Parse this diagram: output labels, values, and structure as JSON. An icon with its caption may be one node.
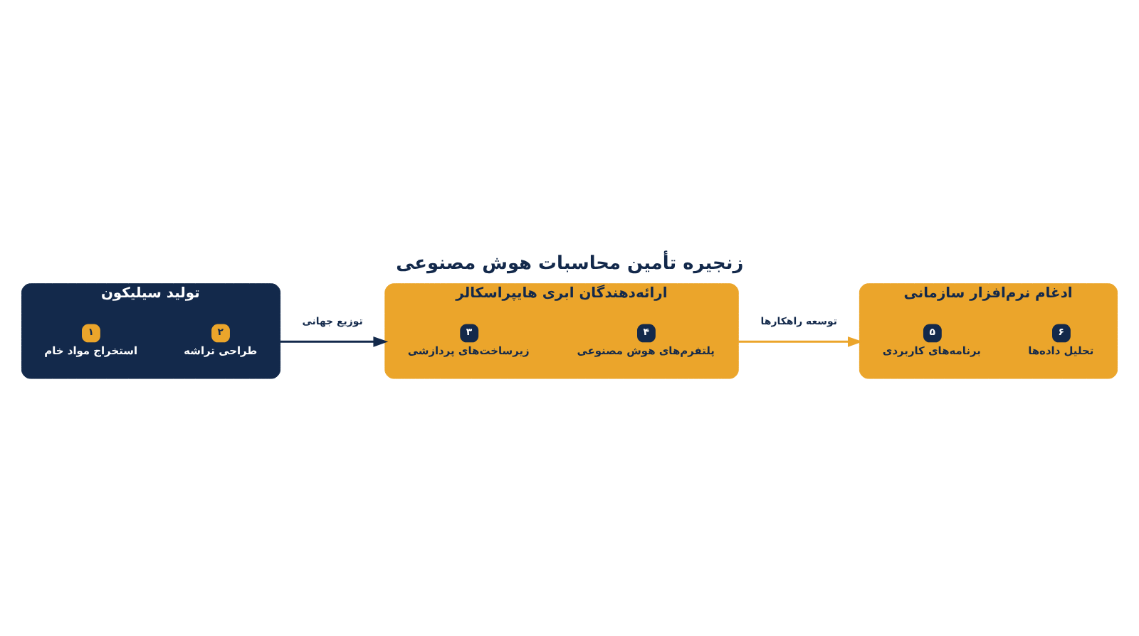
{
  "diagram": {
    "title": "زنجیره تأمین محاسبات هوش مصنوعی",
    "nodes": [
      {
        "text": [
          "تولید سیلیکون"
        ]
      },
      {
        "text": [
          "۱",
          "استخراج مواد خام"
        ],
        "in": 0
      },
      {
        "text": [
          "۲",
          "طراحی تراشه"
        ],
        "in": 0
      },
      {
        "text": [
          "ارائه‌دهندگان ابری هایپراسکالر"
        ]
      },
      {
        "text": [
          "۳",
          "زیرساخت‌های پردازشی"
        ],
        "in": 3
      },
      {
        "text": [
          "۴",
          "پلتفرم‌های هوش مصنوعی"
        ],
        "in": 3
      },
      {
        "text": [
          "ادغام نرم‌افزار سازمانی"
        ]
      },
      {
        "text": [
          "۵",
          "برنامه‌های کاربردی"
        ],
        "in": 6
      },
      {
        "text": [
          "۶",
          "تحلیل داده‌ها"
        ],
        "in": 6
      }
    ],
    "edges": [
      {
        "from": 0,
        "to": 3,
        "arrow": "to",
        "label": "توزیع جهانی",
        "color": "#13294b"
      },
      {
        "from": 3,
        "to": 6,
        "arrow": "to",
        "label": "توسعه راهکارها",
        "color": "#eba52b"
      }
    ]
  }
}
